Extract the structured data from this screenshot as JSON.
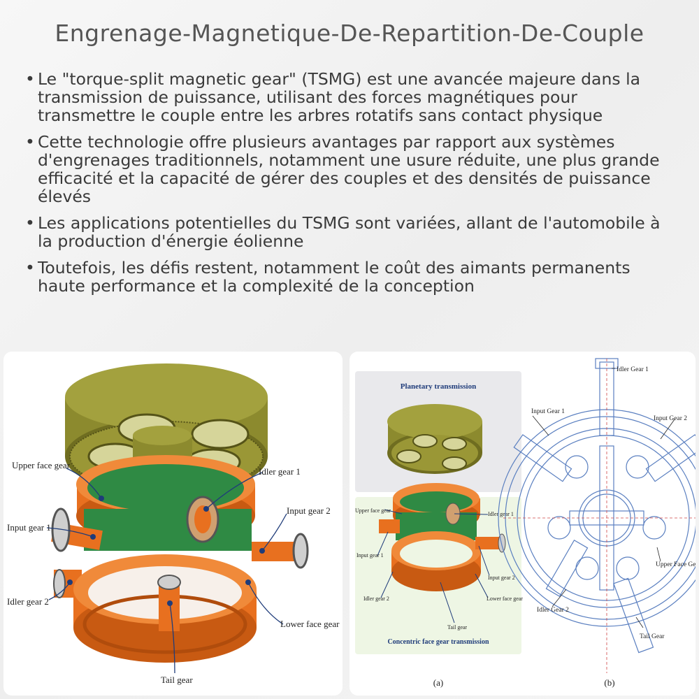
{
  "title": "Engrenage-Magnetique-De-Repartition-De-Couple",
  "bullets": [
    "Le \"torque-split magnetic gear\" (TSMG) est une avancée majeure dans la transmission de puissance, utilisant des forces magnétiques pour transmettre le couple entre les arbres rotatifs sans contact physique",
    "Cette technologie offre plusieurs avantages par rapport aux systèmes d'engrenages traditionnels, notamment une usure réduite, une plus grande efficacité et la capacité de gérer des couples et des densités de puissance élevés",
    "Les applications potentielles du TSMG sont variées, allant de l'automobile à la production d'énergie éolienne",
    "Toutefois, les défis restent, notamment le coût des aimants permanents haute performance et la complexité de la conception"
  ],
  "left_diagram": {
    "labels": {
      "upper_face_gear": "Upper face gear",
      "idler_gear_1": "Idler gear 1",
      "input_gear_1": "Input gear 1",
      "input_gear_2": "Input gear 2",
      "idler_gear_2": "Idler gear 2",
      "lower_face_gear": "Lower face gear",
      "tail_gear": "Tail gear"
    }
  },
  "right_diagram_a": {
    "top_title": "Planetary transmission",
    "bottom_title": "Concentric face gear transmission",
    "caption": "(a)",
    "labels": {
      "upper_face_gear": "Upper face gear",
      "idler_gear_1": "Idler gear 1",
      "input_gear_1": "Input gear 1",
      "input_gear_2": "Input gear 2",
      "idler_gear_2": "Idler gear 2",
      "lower_face_gear": "Lower face gear",
      "tail_gear": "Tail gear"
    }
  },
  "right_diagram_b": {
    "caption": "(b)",
    "labels": {
      "idler_gear_1": "Idler Gear 1",
      "input_gear_1": "Input Gear 1",
      "input_gear_2": "Input Gear 2",
      "upper_face_gear": "Upper Face Gear",
      "idler_gear_2": "Idler Gear 2",
      "tail_gear": "Tail Gear"
    }
  },
  "colors": {
    "olive": "#8c8a2e",
    "orange": "#e8701f",
    "green": "#2f8a44",
    "blueprint": "#5a7fc0",
    "label_line": "#1f3c7a"
  }
}
